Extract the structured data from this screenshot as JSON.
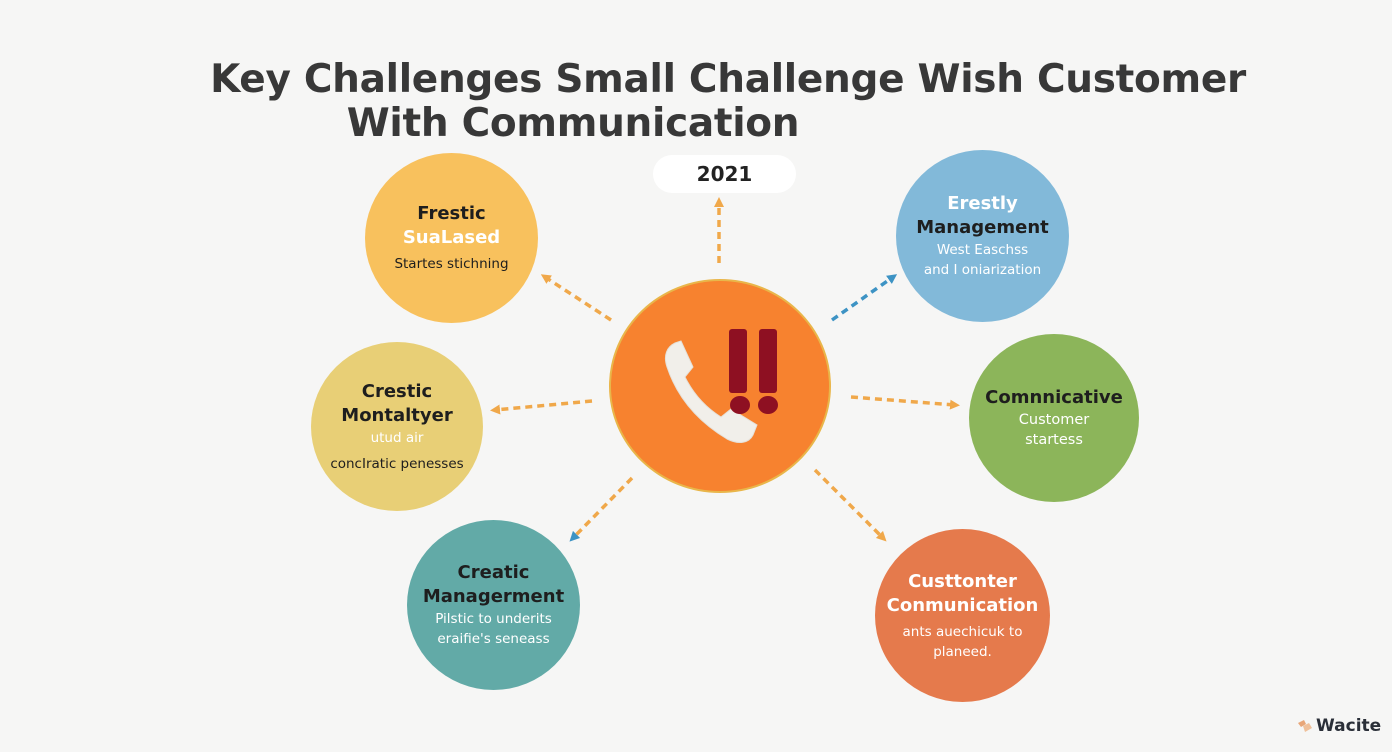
{
  "title": {
    "line1": "Key Challenges Small Challenge Wish Customer",
    "line2": "With Communication"
  },
  "year_badge": "2021",
  "hub": {
    "icon": "phone-alert-icon",
    "color": "#f7822f"
  },
  "nodes": [
    {
      "id": "top-left",
      "color": "#f8c15d",
      "heading1": "Frestic",
      "heading2": "SuaLased",
      "sub1": "Startes stichning",
      "sub2": ""
    },
    {
      "id": "mid-left",
      "color": "#e8cf76",
      "heading1": "Crestic",
      "heading2": "Montaltyer",
      "sub1": "utud air",
      "sub2": "concIratic penesses"
    },
    {
      "id": "bottom-left",
      "color": "#62aaa7",
      "heading1": "Creatic",
      "heading2": "Managerment",
      "sub1": "Pilstic to underits",
      "sub2": "eraifie's seneass"
    },
    {
      "id": "top-right",
      "color": "#82b9d9",
      "heading1": "Erestly",
      "heading2": "Management",
      "sub1": "West Easchss",
      "sub2": "and I oniarization"
    },
    {
      "id": "mid-right",
      "color": "#8cb55a",
      "heading1": "Comnnicative",
      "heading2": "",
      "sub1": "Customer",
      "sub2": "startess"
    },
    {
      "id": "bottom-right",
      "color": "#e57a4c",
      "heading1": "Custtonter",
      "heading2": "Conmunication",
      "sub1": "ants auechicuk to",
      "sub2": "planeed."
    }
  ],
  "arrow_colors": {
    "orange": "#f0a84a",
    "blue": "#3d93c4"
  },
  "brand": {
    "name": "Wacite"
  }
}
